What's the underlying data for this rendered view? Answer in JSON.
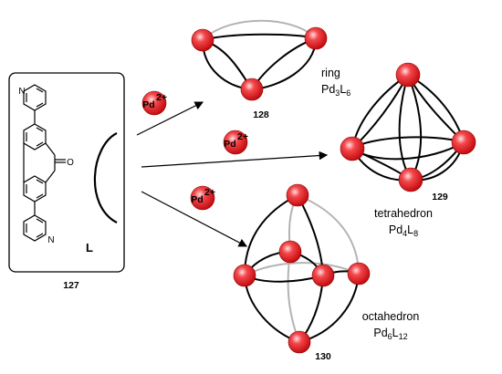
{
  "ligand": {
    "compound_number": "127",
    "shape_label": "L",
    "atoms": {
      "nitrogen": "N",
      "oxygen": "O"
    }
  },
  "reagent": {
    "metal": "Pd",
    "charge": "2+"
  },
  "products": [
    {
      "id": "ring",
      "name": "ring",
      "formula": {
        "m": "Pd",
        "m_sub": "3",
        "l": "L",
        "l_sub": "6"
      },
      "number": "128"
    },
    {
      "id": "tetrahedron",
      "name": "tetrahedron",
      "formula": {
        "m": "Pd",
        "m_sub": "4",
        "l": "L",
        "l_sub": "8"
      },
      "number": "129"
    },
    {
      "id": "octahedron",
      "name": "octahedron",
      "formula": {
        "m": "Pd",
        "m_sub": "6",
        "l": "L",
        "l_sub": "12"
      },
      "number": "130"
    }
  ],
  "colors": {
    "sphere": "#e8181c",
    "sphere_highlight": "#ffd6d6",
    "edge": "#000000",
    "back_edge": "#b4b4b4"
  }
}
